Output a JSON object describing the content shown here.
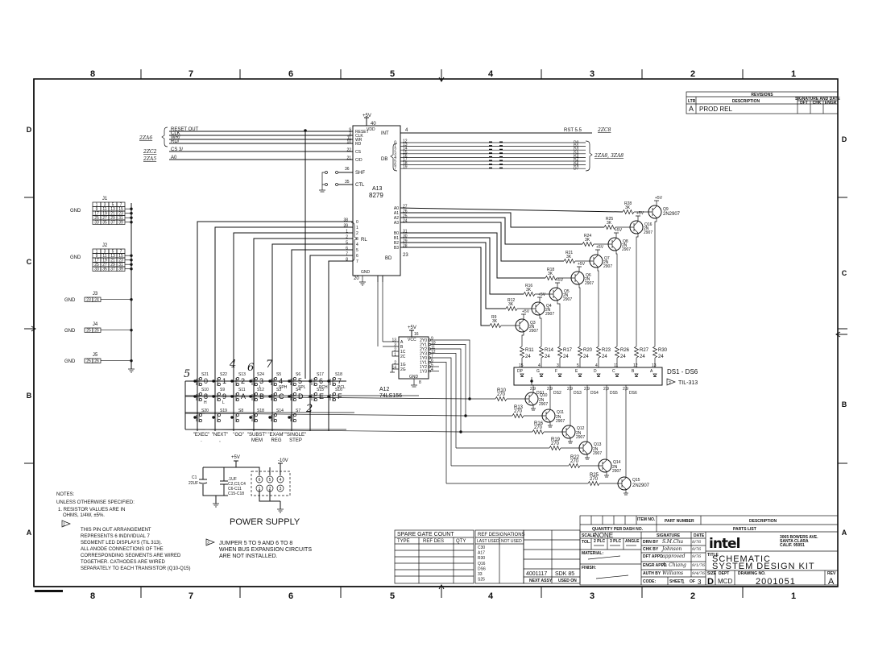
{
  "zones": {
    "columns": [
      "8",
      "7",
      "6",
      "5",
      "4",
      "3",
      "2",
      "1"
    ],
    "rows": [
      "D",
      "C",
      "B",
      "A"
    ]
  },
  "revisions": {
    "title": "REVISIONS",
    "ltr_header": "LTR",
    "description_header": "DESCRIPTION",
    "signature_header": "SIGNATURE AND DATE",
    "dft": "DFT",
    "chk": "CHK",
    "engr": "ENGR",
    "row": {
      "ltr": "A",
      "description": "PROD REL"
    }
  },
  "xrefs": {
    "control": "2ZA6",
    "cs": "2ZC2",
    "a0": "2ZA5",
    "int": "2ZC8",
    "data": "2ZA8, 3ZA8"
  },
  "a13": {
    "ref": "A13",
    "part": "8279",
    "supply": "+5V",
    "vdd": "VDD",
    "vdd_pin": "40",
    "left_pins": [
      {
        "net": "RESET OUT",
        "pin": "9",
        "name": "RESET"
      },
      {
        "net": "CLK",
        "pin": "3",
        "name": "CLK"
      },
      {
        "net": "WR/",
        "pin": "11",
        "name": "WR"
      },
      {
        "net": "RD/",
        "pin": "10",
        "name": "RD"
      },
      {
        "net": "CS 3/",
        "pin": "22",
        "name": "CS"
      },
      {
        "net": "A0",
        "pin": "21",
        "name": "C/D"
      }
    ],
    "shf": {
      "name": "SHF",
      "pin": "36"
    },
    "ctl": {
      "name": "CTL",
      "pin": "35"
    },
    "int": {
      "name": "INT",
      "pin": "4",
      "net": "RST 5.5"
    },
    "db_label": "DB",
    "db_pins": [
      "12",
      "13",
      "14",
      "15",
      "16",
      "17",
      "18",
      "19"
    ],
    "db_bits": [
      "0",
      "1",
      "2",
      "3",
      "4",
      "5",
      "6",
      "7"
    ],
    "db_nets": [
      "D0",
      "D1",
      "D2",
      "D3",
      "D4",
      "D5",
      "D6",
      "D7"
    ],
    "scan_pins": [
      {
        "name": "A0",
        "pin": "27"
      },
      {
        "name": "A1",
        "pin": "26"
      },
      {
        "name": "A2",
        "pin": "25"
      },
      {
        "name": "A3",
        "pin": "24"
      },
      {
        "name": "B0",
        "pin": "31"
      },
      {
        "name": "B1",
        "pin": "30"
      },
      {
        "name": "B2",
        "pin": "29"
      },
      {
        "name": "B3",
        "pin": "28"
      }
    ],
    "bd": {
      "name": "BD",
      "pin": "23"
    },
    "rl_label": "RL",
    "rl_pins": [
      "38",
      "39",
      "1",
      "2",
      "5",
      "6",
      "7",
      "8"
    ],
    "rl_bits": [
      "0",
      "1",
      "2",
      "3",
      "4",
      "5",
      "6",
      "7"
    ],
    "gnd": {
      "name": "GND",
      "pin": "20"
    }
  },
  "connectors": [
    {
      "ref": "J1",
      "gnd": "GND",
      "pins": [
        "1",
        "3",
        "5",
        "7",
        "9",
        "11",
        "13",
        "15",
        "17",
        "19",
        "21",
        "23",
        "25",
        "27",
        "29",
        "31",
        "33",
        "35",
        "37",
        "39"
      ]
    },
    {
      "ref": "J2",
      "gnd": "GND",
      "pins": [
        "1",
        "3",
        "5",
        "7",
        "9",
        "11",
        "13",
        "15",
        "17",
        "19",
        "21",
        "23",
        "25",
        "27",
        "29",
        "31",
        "33",
        "35",
        "37",
        "39"
      ]
    },
    {
      "ref": "J3",
      "gnd": "GND",
      "pins": [
        "23",
        "24"
      ]
    },
    {
      "ref": "J4",
      "gnd": "GND",
      "pins": [
        "25",
        "26"
      ]
    },
    {
      "ref": "J5",
      "gnd": "GND",
      "pins": [
        "25",
        "26"
      ]
    }
  ],
  "segment_drivers": [
    {
      "q": "Q9",
      "part": "2N2907",
      "r": "R28",
      "value": "3K",
      "supply": "+5V"
    },
    {
      "q": "Q16",
      "part": "2N2907",
      "r": "R25",
      "value": "3K",
      "supply": "+5V"
    },
    {
      "q": "Q8",
      "part": "2N2907",
      "r": "R24",
      "value": "3K",
      "supply": "+5V"
    },
    {
      "q": "Q7",
      "part": "2N2907",
      "r": "R21",
      "value": "3K",
      "supply": "+5V"
    },
    {
      "q": "Q6",
      "part": "2N2907",
      "r": "R18",
      "value": "3K",
      "supply": "+5V"
    },
    {
      "q": "Q5",
      "part": "2N2907",
      "r": "R16",
      "value": "3K",
      "supply": "+5V"
    },
    {
      "q": "Q4",
      "part": "2N2907",
      "r": "R12",
      "value": "3K",
      "supply": "+5V"
    },
    {
      "q": "Q3",
      "part": "2N2907",
      "r": "R9",
      "value": "3K",
      "supply": "+5V"
    }
  ],
  "display": {
    "ref": "DS1 - DS6",
    "part": "TIL-313",
    "note_flag": "2",
    "segments": [
      {
        "name": "DP",
        "pin": "15"
      },
      {
        "name": "G",
        "pin": "4"
      },
      {
        "name": "F",
        "pin": "3"
      },
      {
        "name": "E",
        "pin": "5"
      },
      {
        "name": "D",
        "pin": "4"
      },
      {
        "name": "C",
        "pin": "11"
      },
      {
        "name": "B",
        "pin": "12"
      },
      {
        "name": "A",
        "pin": "13"
      }
    ],
    "resistors": [
      {
        "r": "R11",
        "value": "24"
      },
      {
        "r": "R14",
        "value": "24"
      },
      {
        "r": "R17",
        "value": "24"
      },
      {
        "r": "R20",
        "value": "24"
      },
      {
        "r": "R23",
        "value": "24"
      },
      {
        "r": "R26",
        "value": "24"
      },
      {
        "r": "R27",
        "value": "24"
      },
      {
        "r": "R30",
        "value": "24"
      }
    ]
  },
  "digit_drivers": [
    {
      "q": "Q10",
      "part": "2N2907",
      "r": "R10",
      "value": "270",
      "ds": "DS1",
      "pins": "2,9"
    },
    {
      "q": "Q11",
      "part": "2N2907",
      "r": "R13",
      "value": "270",
      "ds": "DS2",
      "pins": "2,9"
    },
    {
      "q": "Q12",
      "part": "2N2907",
      "r": "R16",
      "value": "270",
      "ds": "DS3",
      "pins": "2,9"
    },
    {
      "q": "Q13",
      "part": "2N2907",
      "r": "R19",
      "value": "270",
      "ds": "DS4",
      "pins": "2,9"
    },
    {
      "q": "Q14",
      "part": "2N2907",
      "r": "R22",
      "value": "270",
      "ds": "DS5",
      "pins": "2,9"
    },
    {
      "q": "Q15",
      "part": "2N2907",
      "r": "R25",
      "value": "270",
      "ds": "DS6",
      "pins": "2,9"
    }
  ],
  "a12": {
    "ref": "A12",
    "part": "74LS156",
    "supply": "+5V",
    "vcc": "VCC",
    "vcc_pin": "16",
    "gnd": "GND",
    "gnd_pin": "8",
    "inputs": [
      {
        "name": "A",
        "pin": "13"
      },
      {
        "name": "B",
        "pin": "3"
      },
      {
        "name": "1C",
        "pin": "2"
      },
      {
        "name": "2C",
        "pin": "1"
      },
      {
        "name": "1G",
        "pin": "2"
      },
      {
        "name": "2G",
        "pin": "14"
      }
    ],
    "outputs": [
      {
        "name": "2Y0",
        "pin": "9"
      },
      {
        "name": "2Y1",
        "pin": "10"
      },
      {
        "name": "2Y2",
        "pin": "11"
      },
      {
        "name": "2Y3",
        "pin": "12"
      },
      {
        "name": "1Y0",
        "pin": "7"
      },
      {
        "name": "1Y1",
        "pin": "6"
      },
      {
        "name": "1Y2",
        "pin": "5"
      },
      {
        "name": "1Y3",
        "pin": "4"
      }
    ]
  },
  "keypad": {
    "row1": [
      {
        "s": "S21",
        "key": "0",
        "sub": ""
      },
      {
        "s": "S22",
        "key": "1",
        "sub": ""
      },
      {
        "s": "S13",
        "key": "2",
        "sub": ""
      },
      {
        "s": "S24",
        "key": "3",
        "sub": "I"
      },
      {
        "s": "S5",
        "key": "4",
        "sub": "SPH"
      },
      {
        "s": "S6",
        "key": "5",
        "sub": "SPL"
      },
      {
        "s": "S17",
        "key": "6",
        "sub": "PCH"
      },
      {
        "s": "S18",
        "key": "7",
        "sub": "PCL"
      }
    ],
    "row2": [
      {
        "s": "S10",
        "key": "8",
        "sub": "H"
      },
      {
        "s": "S9",
        "key": "9",
        "sub": "L"
      },
      {
        "s": "S11",
        "key": "A",
        "sub": ""
      },
      {
        "s": "S12",
        "key": "B",
        "sub": ""
      },
      {
        "s": "S3",
        "key": "C",
        "sub": ""
      },
      {
        "s": "S4",
        "key": "D",
        "sub": ""
      },
      {
        "s": "S15",
        "key": "E",
        "sub": ""
      },
      {
        "s": "S16",
        "key": "F",
        "sub": ""
      }
    ],
    "row3": [
      {
        "s": "S20",
        "label": "EXEC",
        "sub": "."
      },
      {
        "s": "S19",
        "label": "NEXT",
        "sub": ","
      },
      {
        "s": "S8",
        "label": "GO",
        "sub": ""
      },
      {
        "s": "S18",
        "label": "SUBST",
        "sub": "MEM"
      },
      {
        "s": "S14",
        "label": "EXAM",
        "sub": "REG"
      },
      {
        "s": "S7",
        "label": "SINGLE",
        "sub": "STEP"
      }
    ],
    "annotations": [
      "5",
      "4",
      "6",
      "7",
      "2"
    ]
  },
  "power": {
    "title": "POWER SUPPLY",
    "plus": "+5V",
    "minus": "-10V",
    "c1": "C1",
    "c1_value": "22UF",
    "bypass_value": ".1UF",
    "bypass_refs": [
      "C2,C3,C4",
      "C6-C11",
      "C15-C18"
    ],
    "pins": [
      "6",
      "5",
      "4",
      "1",
      "2",
      "3"
    ]
  },
  "notes": {
    "title": "NOTES:",
    "intro": "UNLESS OTHERWISE SPECIFIED:",
    "note1": [
      "1. RESISTOR VALUES ARE IN",
      "OHMS, 1/4W, ±5%."
    ],
    "note2_flag": "2",
    "note2": [
      "THIS PIN OUT ARRANGEMENT",
      "REPRESENTS 6 INDIVIDUAL 7",
      "SEGMENT LED DISPLAYS (TIL 313).",
      "ALL ANODE CONNECTIONS OF THE",
      "CORRESPONDING SEGMENTS ARE WIRED",
      "TOGETHER. CATHODES ARE WIRED",
      "SEPARATELY TO EACH TRANSISTOR (Q10-Q15)"
    ],
    "note3_flag": "3",
    "note3": [
      "JUMPER 5 TO 9 AND 6 TO 8",
      "WHEN BUS EXPANSION CIRCUITS",
      "ARE NOT INSTALLED."
    ]
  },
  "title_block": {
    "spare_gate": {
      "title": "SPARE GATE COUNT",
      "type": "TYPE",
      "ref_des": "REF DES",
      "qty": "QTY"
    },
    "ref_designations": {
      "title": "REF DESIGNATIONS",
      "last_used": "LAST USED",
      "not_used": "NOT USED",
      "values": [
        "C30",
        "A17",
        "R30",
        "Q16",
        "DS6",
        "33",
        "S25"
      ]
    },
    "next_assy": {
      "value": "4001117",
      "label": "NEXT ASSY"
    },
    "used_on": {
      "value": "SDK 85",
      "label": "USED ON"
    },
    "qty_per_dash": "QUANTITY PER DASH NO.",
    "item_no": "ITEM NO.",
    "part_number": "PART NUMBER",
    "description": "DESCRIPTION",
    "parts_list": "PARTS LIST",
    "scale_label": "SCALE",
    "scale": "NONE",
    "tol": "TOL.",
    "tol2": "2 PLC",
    "tol3": "3 PLC",
    "angle": "ANGLE",
    "material": "MATERIAL:",
    "finish": "FINISH:",
    "signature": "SIGNATURE",
    "date": "DATE",
    "sign_rows": [
      {
        "role": "DRN BY",
        "name": "S.M.Chu",
        "date": "8/76"
      },
      {
        "role": "CHK BY",
        "name": "Johnson",
        "date": "9/76"
      },
      {
        "role": "DFT APPD",
        "name": "approved",
        "date": "9/76"
      },
      {
        "role": "ENGR APPD",
        "name": "A. Chiang",
        "date": "9/1/76"
      },
      {
        "role": "AUTH BY",
        "name": "Williams",
        "date": "9/4/76"
      }
    ],
    "company": "intel",
    "address": [
      "3065 BOWERS AVE.",
      "SANTA CLARA",
      "CALIF. 95051"
    ],
    "title_label": "TITLE",
    "title": [
      "SCHEMATIC",
      "SYSTEM DESIGN KIT"
    ],
    "size_label": "SIZE",
    "size": "D",
    "dept_label": "DEPT",
    "dept": "MCD",
    "drawing_label": "DRAWING NO.",
    "drawing_no": "2001051",
    "rev_label": "REV",
    "rev": "A",
    "code_label": "CODE:",
    "sheet_label": "SHEET",
    "sheet": "1",
    "of_label": "OF",
    "sheets": "3"
  }
}
